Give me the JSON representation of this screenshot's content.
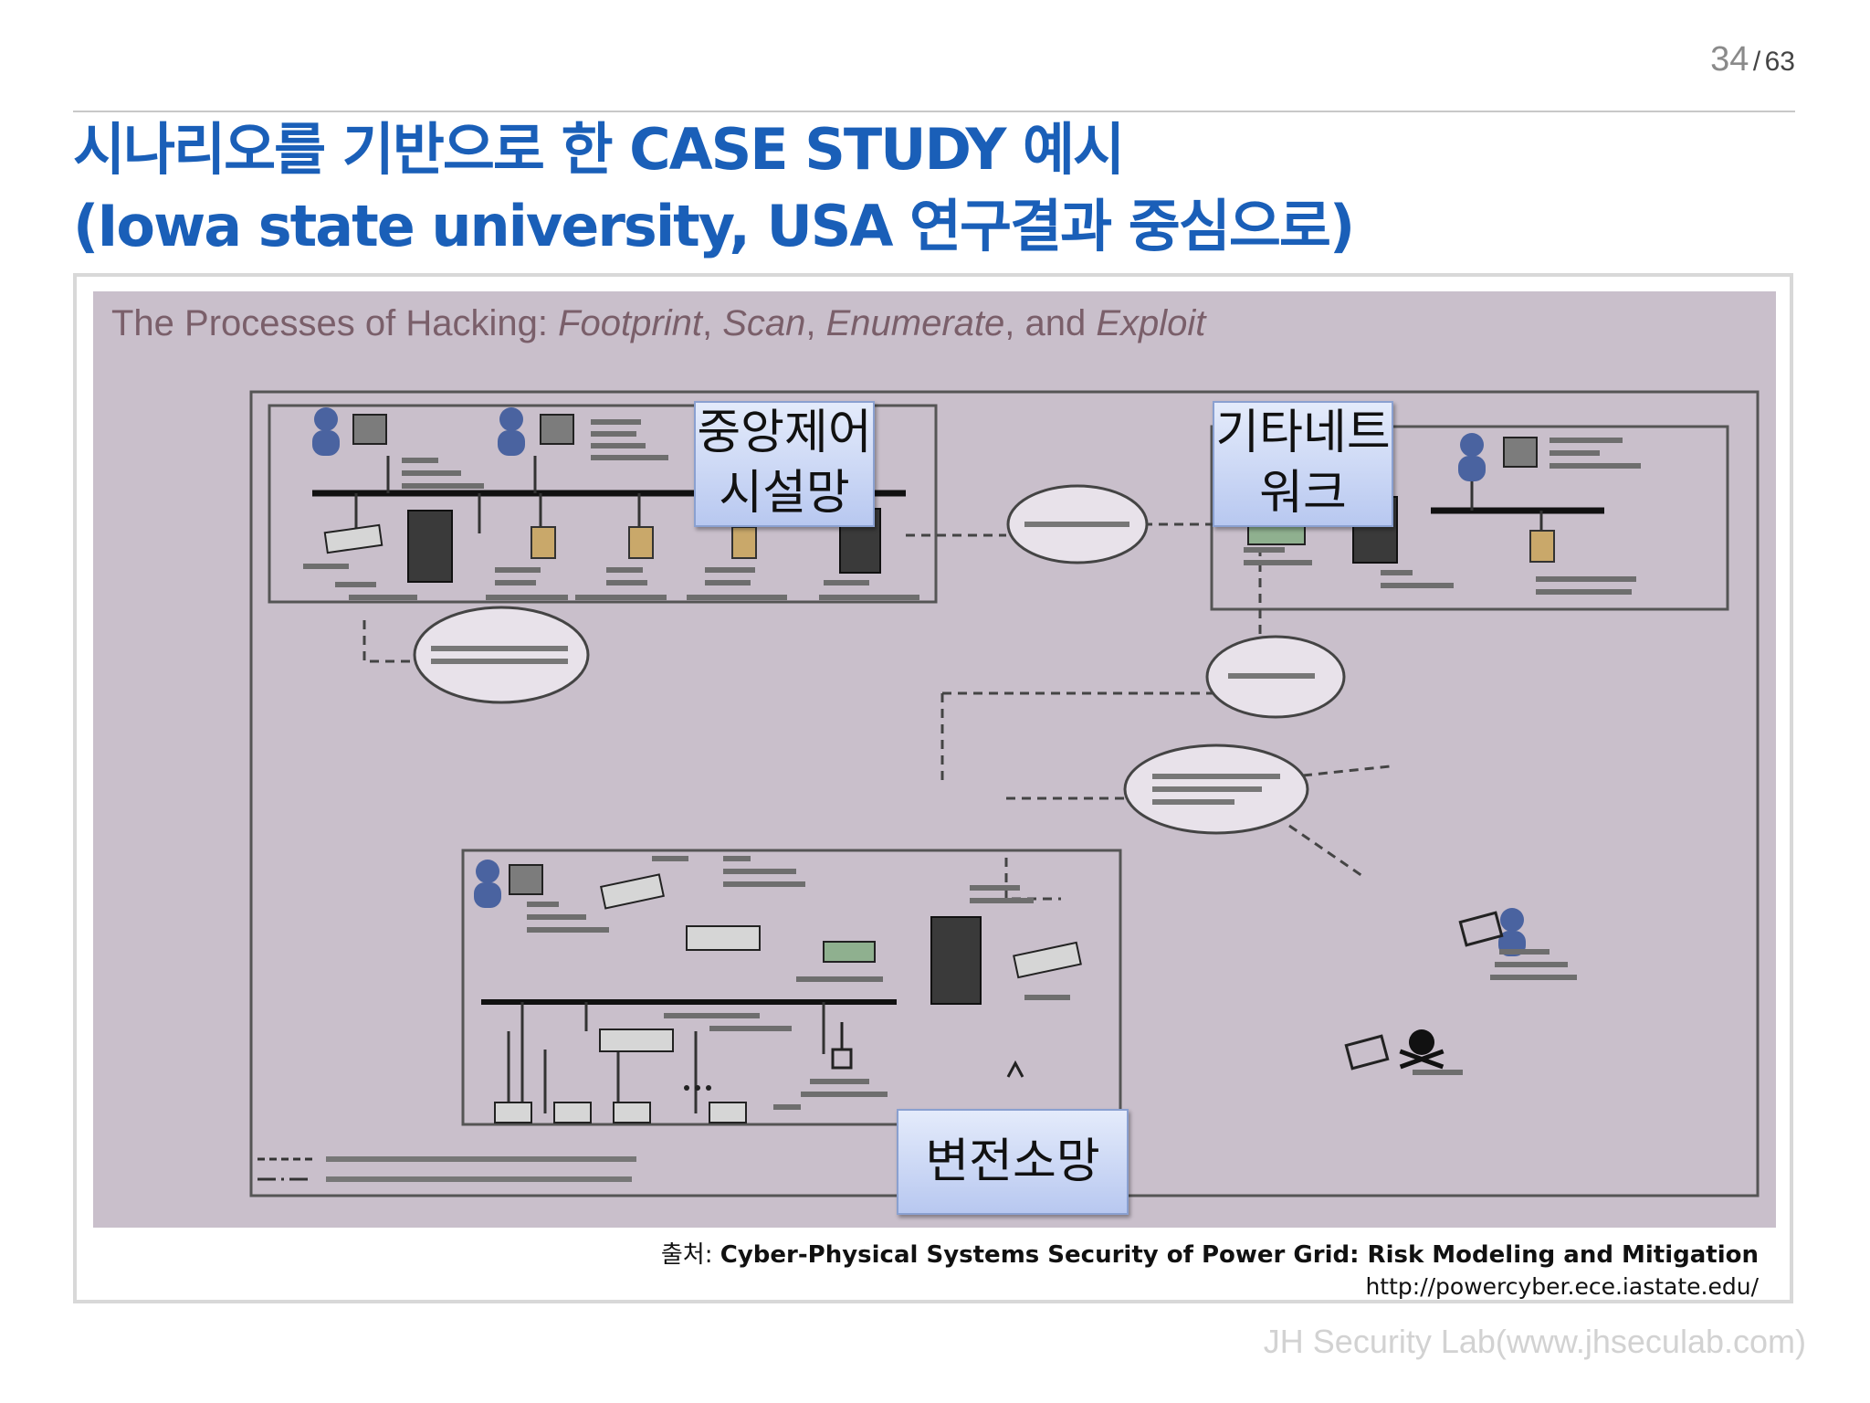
{
  "page": {
    "current": "34",
    "separator": "/",
    "total": "63"
  },
  "title": {
    "line1": "시나리오를 기반으로 한 CASE STUDY 예시",
    "line2": "(Iowa state university, USA 연구결과  중심으로)"
  },
  "figure": {
    "heading_plain_1": "The Processes of Hacking: ",
    "heading_italic_1": "Footprint",
    "heading_plain_2": ", ",
    "heading_italic_2": "Scan",
    "heading_plain_3": ", ",
    "heading_italic_3": "Enumerate",
    "heading_plain_4": ", and ",
    "heading_italic_4": "Exploit",
    "callouts": {
      "control_center": [
        "중앙제어",
        "시설망"
      ],
      "other_network": [
        "기타네트",
        "워크"
      ],
      "substation": [
        "변전소망"
      ]
    },
    "icons": [
      "user-icon",
      "computer-icon",
      "server-icon",
      "firewall-icon",
      "modem-icon",
      "router-icon",
      "cloud-icon",
      "laptop-icon",
      "skull-icon",
      "antenna-icon"
    ]
  },
  "caption": {
    "source_label": "출처: ",
    "source_title": "Cyber-Physical Systems Security of Power Grid: Risk Modeling and Mitigation",
    "url": "http://powercyber.ece.iastate.edu/"
  },
  "footer": "JH Security Lab(www.jhseculab.com)",
  "colors": {
    "title": "#1a5fb8",
    "figure_bg": "#c9bfcb",
    "callout": "#c9d6f5"
  }
}
